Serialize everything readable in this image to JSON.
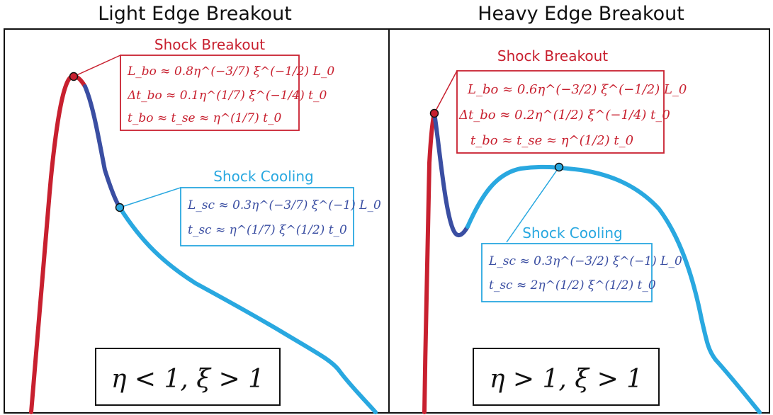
{
  "colors": {
    "red": "#c8202f",
    "darkblue": "#3a4ea2",
    "lightblue": "#29a8e0",
    "box": "#1a1a1a"
  },
  "panels": [
    {
      "title": "Light Edge Breakout",
      "breakout": {
        "label": "Shock Breakout",
        "eq1": "L_bo ≈ 0.8η^(−3/7) ξ^(−1/2) L_0",
        "eq2": "Δt_bo ≈ 0.1η^(1/7) ξ^(−1/4) t_0",
        "eq3": "t_bo ≈ t_se ≈ η^(1/7) t_0"
      },
      "cooling": {
        "label": "Shock Cooling",
        "eq1": "L_sc ≈ 0.3η^(−3/7) ξ^(−1) L_0",
        "eq2": "t_sc ≈ η^(1/7) ξ^(1/2) t_0"
      },
      "regime": "η < 1, ξ > 1"
    },
    {
      "title": "Heavy Edge Breakout",
      "breakout": {
        "label": "Shock Breakout",
        "eq1": "L_bo ≈ 0.6η^(−3/2) ξ^(−1/2) L_0",
        "eq2": "Δt_bo ≈ 0.2η^(1/2) ξ^(−1/4) t_0",
        "eq3": "t_bo ≈ t_se ≈ η^(1/2) t_0"
      },
      "cooling": {
        "label": "Shock Cooling",
        "eq1": "L_sc ≈ 0.3η^(−3/2) ξ^(−1) L_0",
        "eq2": "t_sc ≈ 2η^(1/2) ξ^(1/2) t_0"
      },
      "regime": "η > 1, ξ > 1"
    }
  ]
}
